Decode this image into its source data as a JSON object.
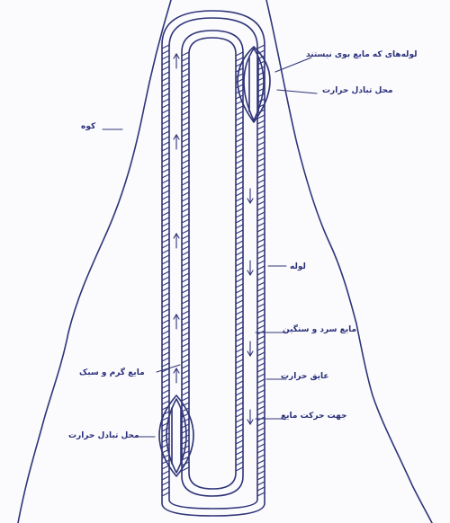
{
  "colors": {
    "ink": "#2f3478",
    "text": "#2a2f7a",
    "paper": "#fbfbfd"
  },
  "labels": {
    "pipes_no_liquid": "لوله‌های که مایع بوی نیستند",
    "heat_exchange_top": "محل تبادل حرارت",
    "mountain": "کوه",
    "pipe": "لوله",
    "cold_heavy_liquid": "مایع سرد و سنگین",
    "insulator": "عایق حرارت",
    "flow_direction": "جهت حرکت مایع",
    "warm_light_liquid": "مایع گرم و سبک",
    "heat_exchange_bottom": "محل تبادل حرارت"
  }
}
